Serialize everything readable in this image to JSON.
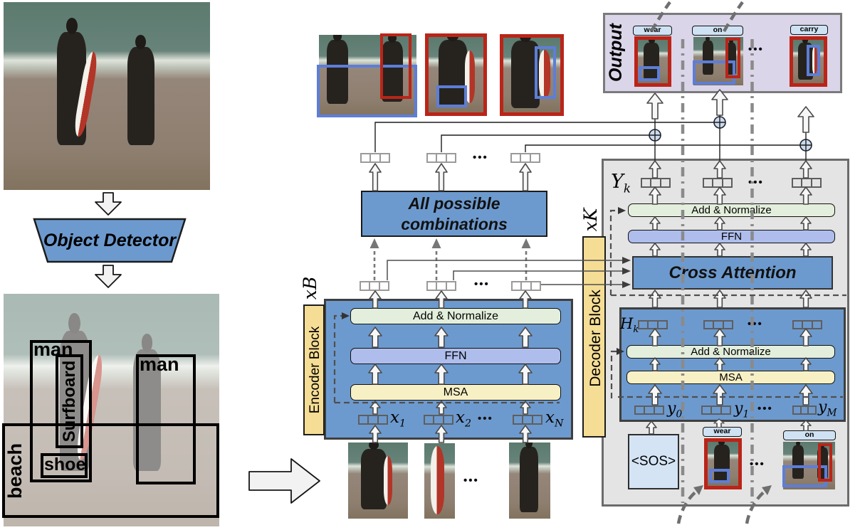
{
  "dots": "•••",
  "left": {
    "detector_label": "Object Detector",
    "annotations": {
      "man1": "man",
      "surfboard": "Surfboard",
      "shoe": "shoe",
      "man2": "man",
      "beach": "beach"
    }
  },
  "middle": {
    "apc_line1": "All possible",
    "apc_line2": "combinations",
    "encoder": {
      "repeat": "xB",
      "block": "Encoder Block",
      "addnorm": "Add & Normalize",
      "ffn": "FFN",
      "msa": "MSA",
      "t1b": "x",
      "t1s": "1",
      "t2b": "x",
      "t2s": "2",
      "t3b": "x",
      "t3s": "N"
    }
  },
  "right": {
    "output_label": "Output",
    "out_badges": {
      "wear": "wear",
      "on": "on",
      "carry": "carry"
    },
    "decoder": {
      "repeat": "xK",
      "block": "Decoder Block",
      "ykb": "Y",
      "yks": "k",
      "addnorm": "Add & Normalize",
      "ffn": "FFN",
      "cross": "Cross Attention",
      "hkb": "H",
      "hks": "k",
      "msa": "MSA",
      "y0b": "y",
      "y0s": "0",
      "y1b": "y",
      "y1s": "1",
      "yMb": "y",
      "yMs": "M",
      "sos": "<SOS>",
      "in_badges": {
        "wear": "wear",
        "on": "on"
      }
    }
  }
}
